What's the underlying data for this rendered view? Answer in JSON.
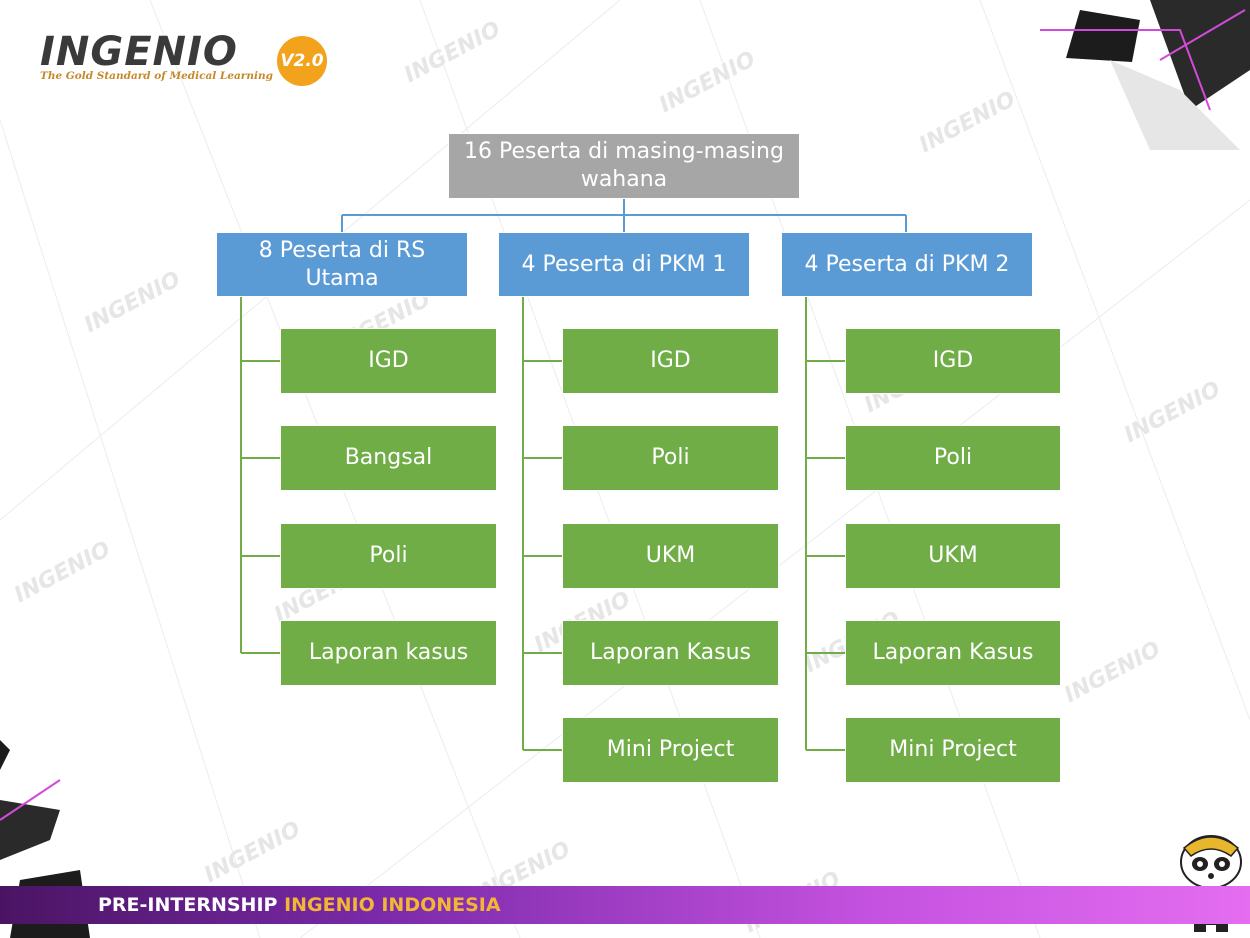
{
  "logo": {
    "word": "INGENIO",
    "badge": "V2.0",
    "tagline": "The Gold Standard of Medical Learning"
  },
  "watermark": "INGENIO",
  "diagram": {
    "root": "16 Peserta di masing-masing wahana",
    "branches": [
      {
        "label": "8 Peserta di RS Utama",
        "children": [
          "IGD",
          "Bangsal",
          "Poli",
          "Laporan kasus"
        ]
      },
      {
        "label": "4 Peserta di PKM 1",
        "children": [
          "IGD",
          "Poli",
          "UKM",
          "Laporan Kasus",
          "Mini Project"
        ]
      },
      {
        "label": "4 Peserta di PKM 2",
        "children": [
          "IGD",
          "Poli",
          "UKM",
          "Laporan Kasus",
          "Mini Project"
        ]
      }
    ]
  },
  "footer": {
    "part1": "PRE-INTERNSHIP ",
    "part2": "INGENIO INDONESIA"
  },
  "colors": {
    "root": "#a6a6a6",
    "branch": "#5b9bd5",
    "leaf": "#70ad47",
    "branch_connector": "#5b9bd5",
    "leaf_connector": "#70ad47"
  }
}
